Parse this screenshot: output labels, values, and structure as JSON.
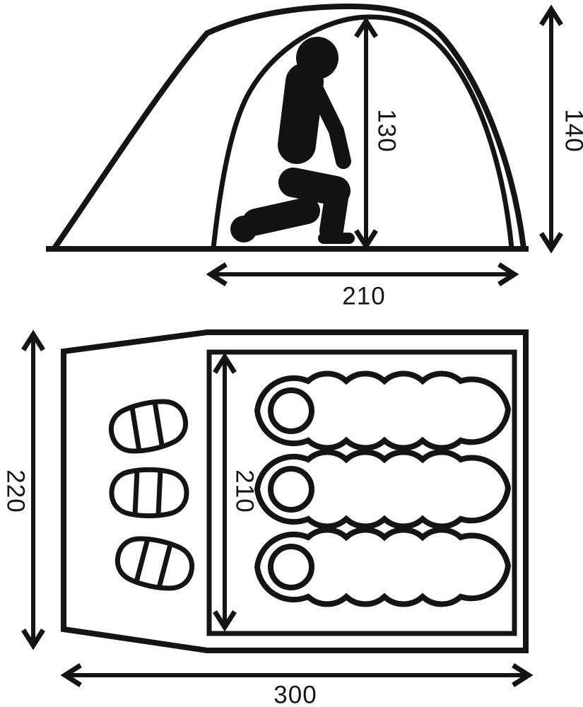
{
  "diagram": {
    "type": "tent-dimension-drawing",
    "line_color": "#141414",
    "background": "#ffffff"
  },
  "side_view": {
    "inner_height_label": "130",
    "outer_height_label": "140",
    "floor_width_label": "210"
  },
  "floor_plan": {
    "total_depth_label": "220",
    "inner_room_depth_label": "210",
    "total_width_label": "300",
    "sleeping_bag_count": 3,
    "pillow_count": 3
  }
}
